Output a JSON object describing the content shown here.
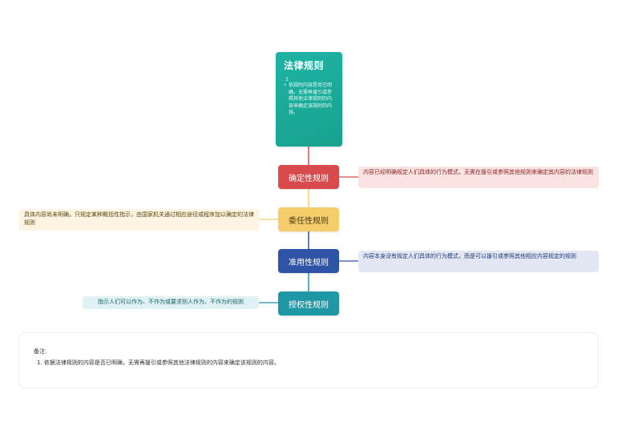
{
  "root": {
    "title": "法律规则",
    "number": "1",
    "note": "依规则内容是否已明确，无需再援引或参照其他法律规则的内容来确定该规则的内容。"
  },
  "branches": [
    {
      "label": "确定性规则",
      "color": "#d94a4c",
      "leaf": "内容已经明确规定人们具体的行为模式，无需在援引或参照其他规则来确定其内容的法律规则"
    },
    {
      "label": "委任性规则",
      "color": "#f6cd6b",
      "leaf": "具体内容尚未明确，只规定某种概括性指示，由国家机关通过相应途径或程序加以确定的法律规则"
    },
    {
      "label": "准用性规则",
      "color": "#2e53a7",
      "leaf": "内容本身没有规定人们具体的行为模式，而是可以援引或参照其他相应内容规定的规则"
    },
    {
      "label": "授权性规则",
      "color": "#1f98a6",
      "leaf": "指示人们可以作为、不作为或要求别人作为、不作为的规则"
    }
  ],
  "notes": {
    "title": "备注:",
    "items": [
      "1. 依据法律规则的内容是否已明确，无需再援引或参照其他法律规则的内容来确定该规则的内容。"
    ]
  }
}
